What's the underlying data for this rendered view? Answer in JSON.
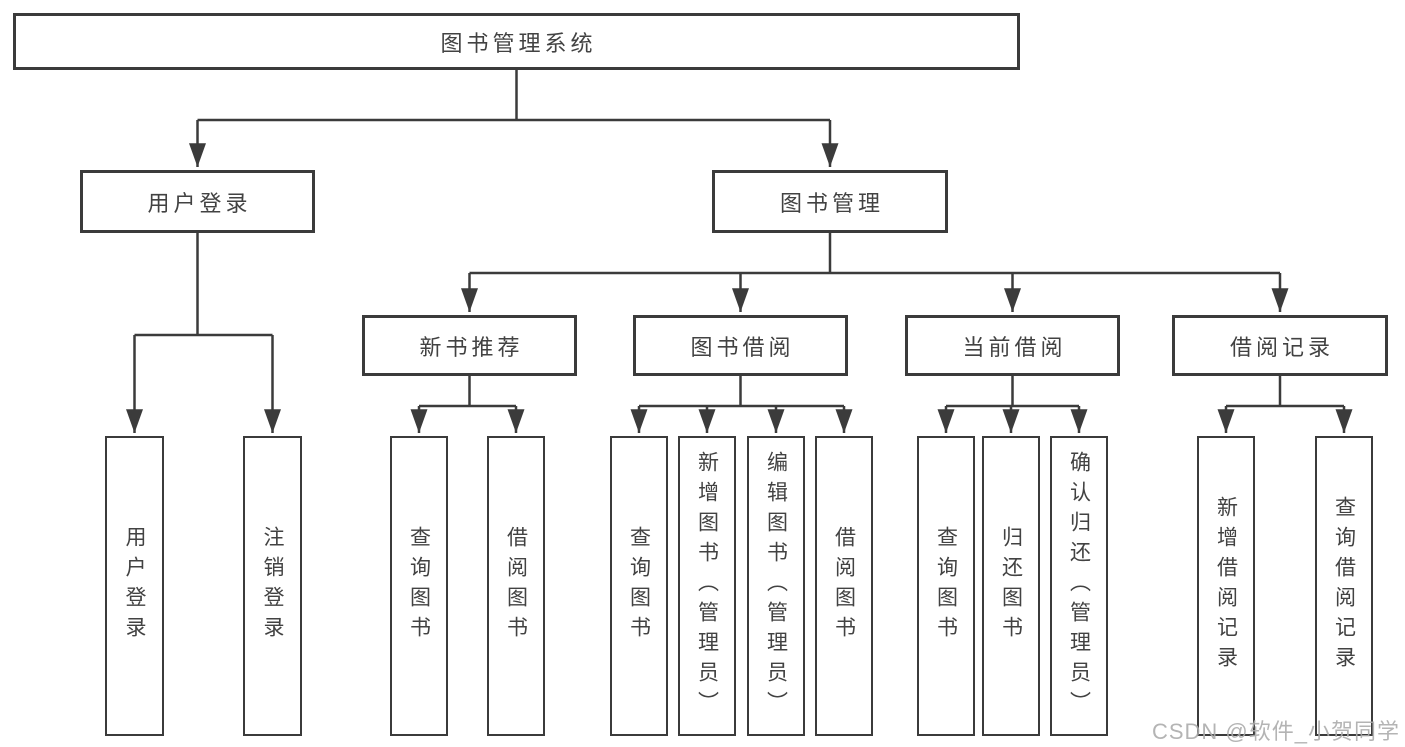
{
  "diagram": {
    "type": "hierarchy-chart",
    "colors": {
      "line": "#3b3b3b",
      "box_fill": "#ffffff",
      "text": "#424242",
      "watermark": "#acacac"
    },
    "root": {
      "label": "图书管理系统",
      "children": [
        {
          "label": "用户登录",
          "children": [
            {
              "label": "用户登录"
            },
            {
              "label": "注销登录"
            }
          ]
        },
        {
          "label": "图书管理",
          "children": [
            {
              "label": "新书推荐",
              "children": [
                {
                  "label": "查询图书"
                },
                {
                  "label": "借阅图书"
                }
              ]
            },
            {
              "label": "图书借阅",
              "children": [
                {
                  "label": "查询图书"
                },
                {
                  "label": "新增图书（管理员）"
                },
                {
                  "label": "编辑图书（管理员）"
                },
                {
                  "label": "借阅图书"
                }
              ]
            },
            {
              "label": "当前借阅",
              "children": [
                {
                  "label": "查询图书"
                },
                {
                  "label": "归还图书"
                },
                {
                  "label": "确认归还（管理员）"
                }
              ]
            },
            {
              "label": "借阅记录",
              "children": [
                {
                  "label": "新增借阅记录"
                },
                {
                  "label": "查询借阅记录"
                }
              ]
            }
          ]
        }
      ]
    }
  },
  "watermark": "CSDN @软件_小贺同学"
}
